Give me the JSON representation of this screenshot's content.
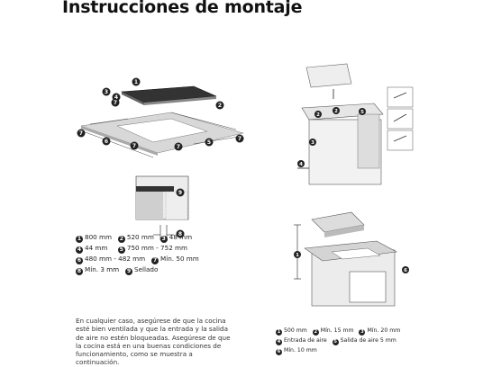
{
  "title": "Instrucciones de montaje",
  "callouts": [
    "1",
    "2",
    "3",
    "4",
    "5",
    "6",
    "7",
    "8",
    "9"
  ],
  "legend_left": {
    "rows": [
      [
        {
          "n": "1",
          "t": "800 mm"
        },
        {
          "n": "2",
          "t": "520 mm"
        },
        {
          "n": "3",
          "t": "48 mm"
        }
      ],
      [
        {
          "n": "4",
          "t": "44 mm"
        },
        {
          "n": "5",
          "t": "750 mm - 752 mm"
        }
      ],
      [
        {
          "n": "6",
          "t": "480 mm - 482 mm"
        },
        {
          "n": "7",
          "t": "Mín. 50 mm"
        }
      ],
      [
        {
          "n": "8",
          "t": "Mín. 3 mm"
        },
        {
          "n": "9",
          "t": "Sellado"
        }
      ]
    ]
  },
  "note": "En cualquier caso, asegúrese de que la cocina esté bien ventilada y que la entrada y la salida de aire no estén bloqueadas. Asegúrese de que la cocina está en una buenas condiciones de funcionamiento, como se muestra a continuación.",
  "legend_right": {
    "rows": [
      [
        {
          "n": "1",
          "t": "500 mm"
        },
        {
          "n": "2",
          "t": "Mín. 15 mm"
        },
        {
          "n": "3",
          "t": "Mín. 20 mm"
        }
      ],
      [
        {
          "n": "4",
          "t": "Entrada de aire"
        },
        {
          "n": "5",
          "t": "Salida de aire 5 mm"
        }
      ],
      [
        {
          "n": "6",
          "t": "Mín. 10 mm"
        }
      ]
    ]
  }
}
